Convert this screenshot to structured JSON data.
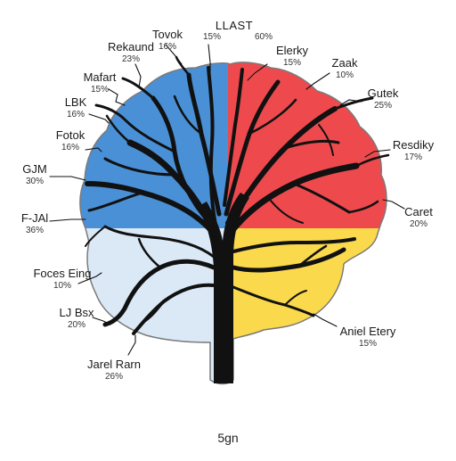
{
  "colors": {
    "blue": "#4a90d6",
    "red": "#ee4a4d",
    "yellow": "#fbd94c",
    "light_blue": "#dbe9f6",
    "outline": "#7a7a7a",
    "tree": "#111111"
  },
  "labels": {
    "llast": {
      "name": "LLAST",
      "pct": "60%"
    },
    "tovok": {
      "name": "Tovok",
      "pct": "16%"
    },
    "llast_top": {
      "name": "LLAST",
      "pct": "15%"
    },
    "rekaund": {
      "name": "Rekaund",
      "pct": "23%"
    },
    "mafart": {
      "name": "Mafart",
      "pct": "15%"
    },
    "lbk": {
      "name": "LBK",
      "pct": "16%"
    },
    "fotok": {
      "name": "Fotok",
      "pct": "16%"
    },
    "gjm": {
      "name": "GJM",
      "pct": "30%"
    },
    "fjal": {
      "name": "F-JAl",
      "pct": "36%"
    },
    "foces": {
      "name": "Foces Eing",
      "pct": "10%"
    },
    "ljbsx": {
      "name": "LJ Bsx",
      "pct": "20%"
    },
    "jarel": {
      "name": "Jarel Rarn",
      "pct": "26%"
    },
    "elerky": {
      "name": "Elerky",
      "pct": "15%"
    },
    "zaak": {
      "name": "Zaak",
      "pct": "10%"
    },
    "gutek": {
      "name": "Gutek",
      "pct": "25%"
    },
    "resdiky": {
      "name": "Resdiky",
      "pct": "17%"
    },
    "caret": {
      "name": "Caret",
      "pct": "20%"
    },
    "aniel": {
      "name": "Aniel Etery",
      "pct": "15%"
    }
  },
  "footer": "5gn"
}
